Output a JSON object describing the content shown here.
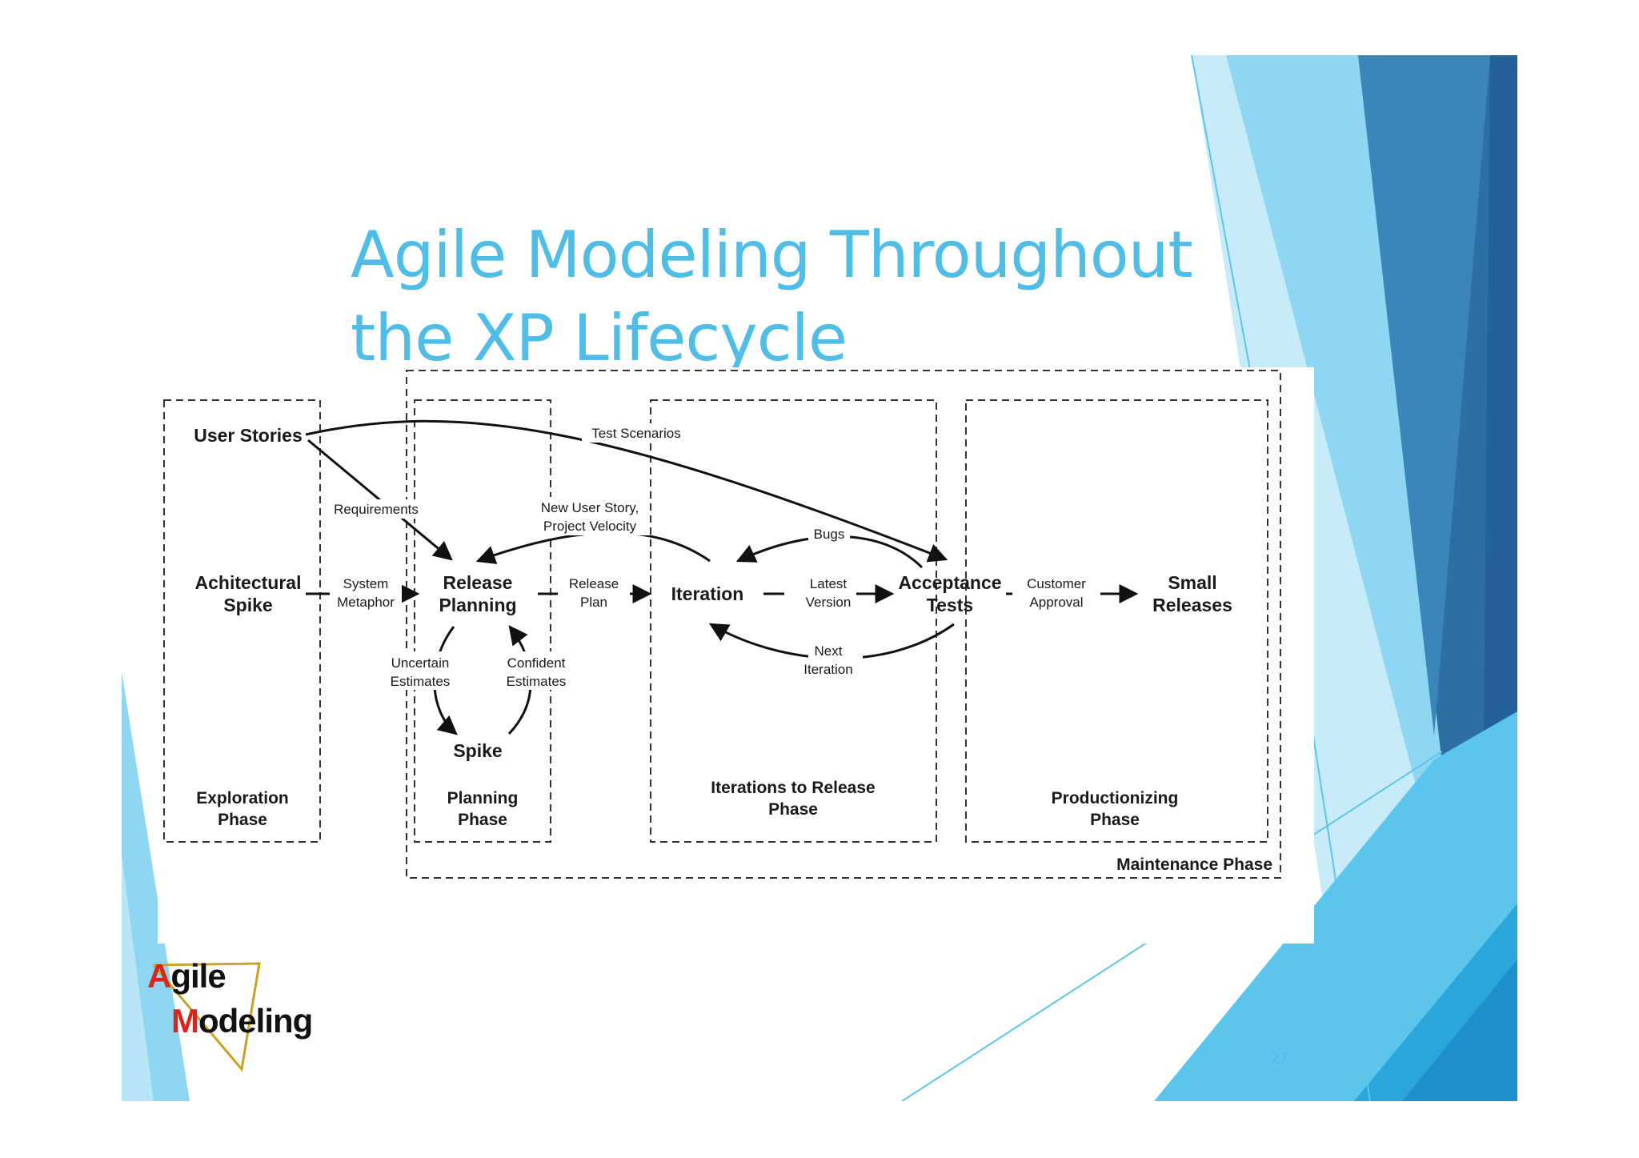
{
  "slide": {
    "title_line1": "Agile Modeling Throughout",
    "title_line2": "the XP Lifecycle",
    "page_number": "27"
  },
  "logo": {
    "line1_first": "A",
    "line1_rest": "gile",
    "line2_first": "M",
    "line2_rest": "odeling"
  },
  "diagram": {
    "nodes": {
      "user_stories": "User Stories",
      "arch_spike_1": "Achitectural",
      "arch_spike_2": "Spike",
      "release_planning_1": "Release",
      "release_planning_2": "Planning",
      "spike": "Spike",
      "iteration": "Iteration",
      "acceptance_tests_1": "Acceptance",
      "acceptance_tests_2": "Tests",
      "small_releases_1": "Small",
      "small_releases_2": "Releases"
    },
    "edges": {
      "test_scenarios": "Test Scenarios",
      "requirements": "Requirements",
      "new_user_story_1": "New User Story,",
      "new_user_story_2": "Project Velocity",
      "bugs": "Bugs",
      "system_metaphor_1": "System",
      "system_metaphor_2": "Metaphor",
      "release_plan_1": "Release",
      "release_plan_2": "Plan",
      "latest_version_1": "Latest",
      "latest_version_2": "Version",
      "customer_approval_1": "Customer",
      "customer_approval_2": "Approval",
      "next_iteration_1": "Next",
      "next_iteration_2": "Iteration",
      "uncertain_estimates_1": "Uncertain",
      "uncertain_estimates_2": "Estimates",
      "confident_estimates_1": "Confident",
      "confident_estimates_2": "Estimates"
    },
    "phases": {
      "exploration_1": "Exploration",
      "exploration_2": "Phase",
      "planning_1": "Planning",
      "planning_2": "Phase",
      "iterations_1": "Iterations to Release",
      "iterations_2": "Phase",
      "productionizing_1": "Productionizing",
      "productionizing_2": "Phase",
      "maintenance": "Maintenance Phase"
    }
  },
  "colors": {
    "title": "#4fbde6",
    "dark_blue": "#2d6ea1",
    "light_blue": "#8fd6f2",
    "accent_red": "#d9261c"
  }
}
